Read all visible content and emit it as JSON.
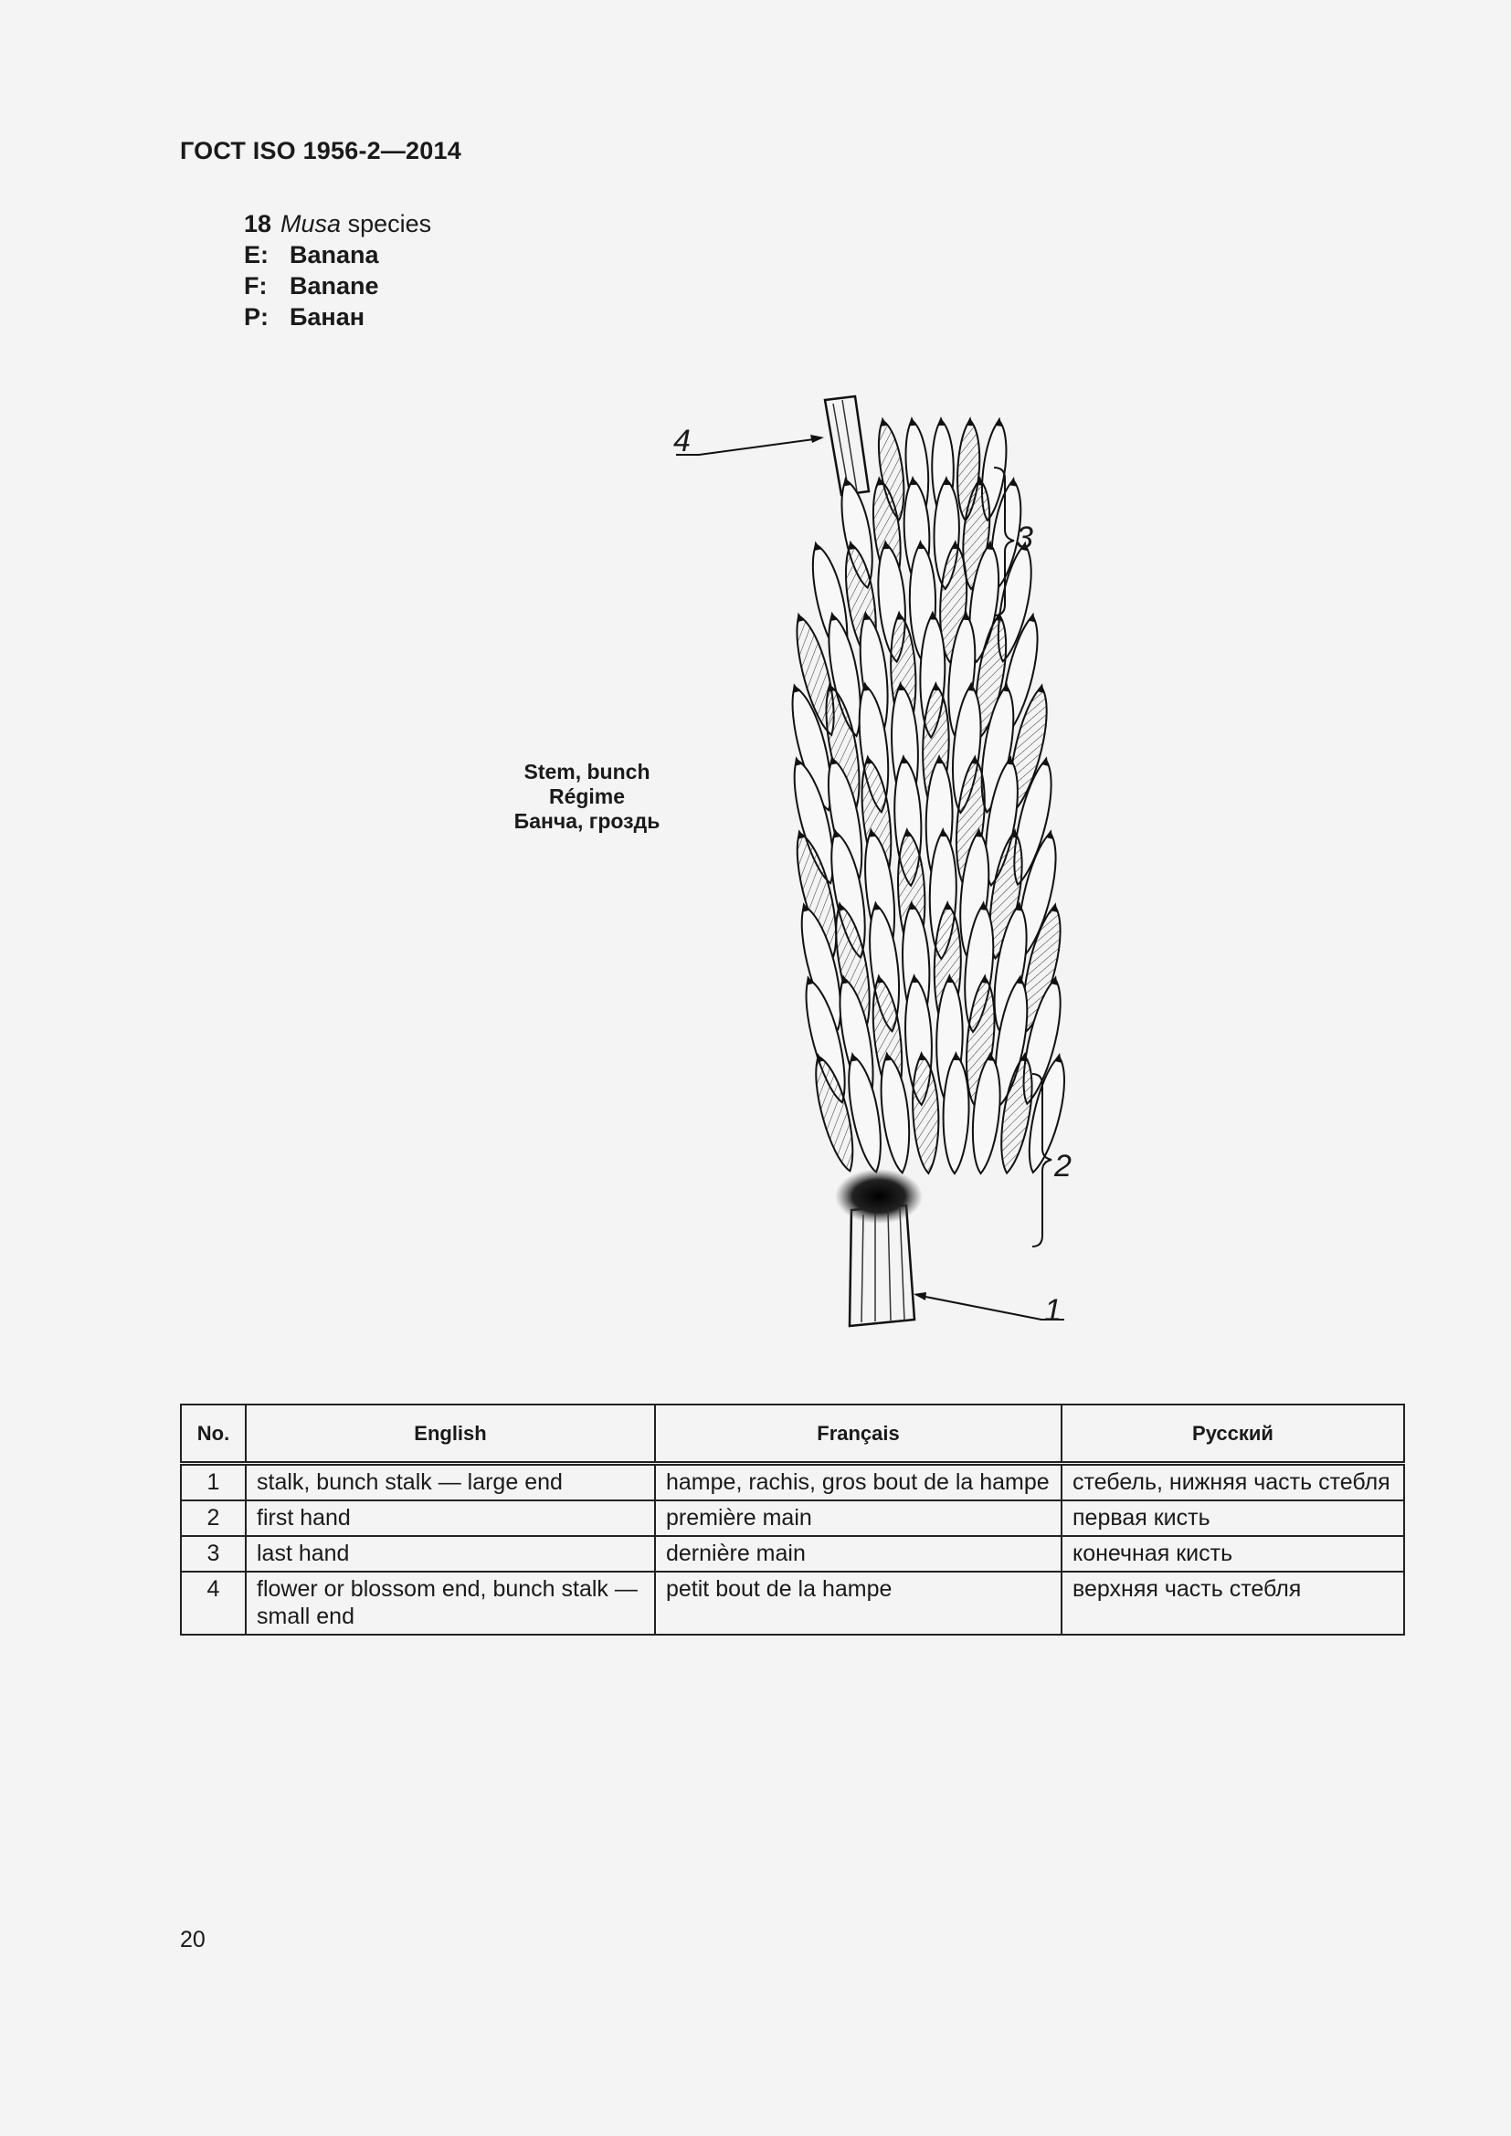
{
  "header": {
    "standard": "ГОСТ ISO 1956-2—2014"
  },
  "species": {
    "number": "18",
    "genus": "Musa",
    "species_word": " species",
    "names": [
      {
        "lang": "E:",
        "name": "Banana"
      },
      {
        "lang": "F:",
        "name": "Banane"
      },
      {
        "lang": "P:",
        "name": "Банан"
      }
    ]
  },
  "figure": {
    "caption_lines": [
      "Stem, bunch",
      "Régime",
      "Банча, гроздь"
    ],
    "callouts": [
      "1",
      "2",
      "3",
      "4"
    ]
  },
  "table": {
    "headers": [
      "No.",
      "English",
      "Français",
      "Русский"
    ],
    "rows": [
      {
        "no": "1",
        "en": "stalk, bunch stalk — large end",
        "fr": "hampe, rachis, gros bout de la hampe",
        "ru": "стебель, нижняя часть стебля"
      },
      {
        "no": "2",
        "en": "first hand",
        "fr": "première main",
        "ru": "первая кисть"
      },
      {
        "no": "3",
        "en": "last hand",
        "fr": "dernière main",
        "ru": "конечная кисть"
      },
      {
        "no": "4",
        "en": "flower or blossom end, bunch stalk — small end",
        "fr": "petit bout de la hampe",
        "ru": "верхняя часть стебля"
      }
    ]
  },
  "footer": {
    "page_number": "20"
  }
}
